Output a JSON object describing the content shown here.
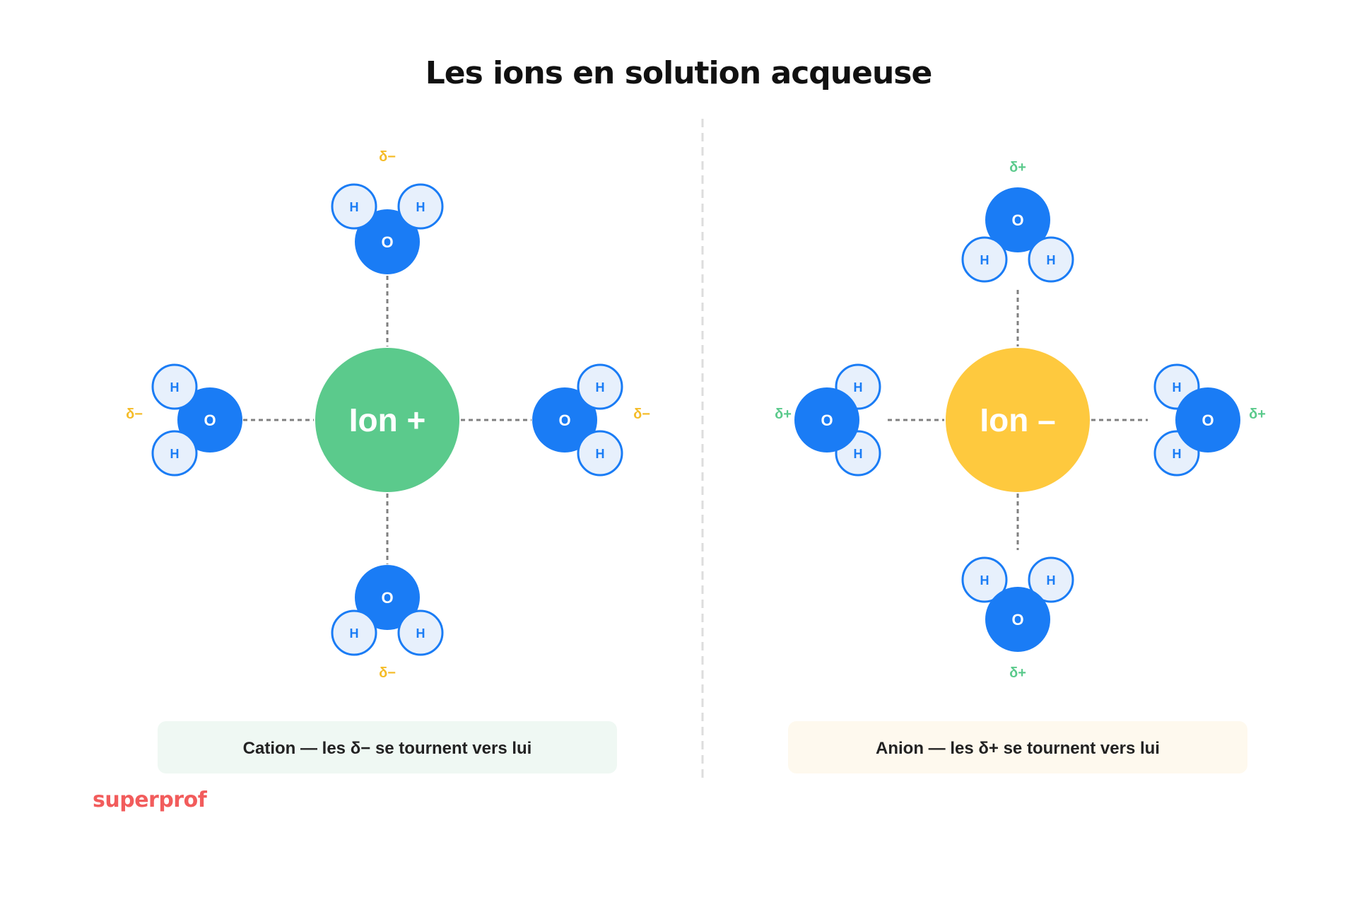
{
  "title": "Les ions en solution acqueuse",
  "colors": {
    "cation": "#5bca8c",
    "anion": "#fec93e",
    "oxygen": "#1a7cf5",
    "hydrogen_fill": "#e7f0fc",
    "hydrogen_stroke": "#1a7cf5",
    "delta_minus": "#f5bc28",
    "delta_plus": "#5bca8c",
    "cation_caption_bg": "#eff8f3",
    "anion_caption_bg": "#fef9ee",
    "logo": "#f25c5c"
  },
  "cation": {
    "ion_label": "Ion +",
    "caption": "Cation — les δ− se tournent vers lui",
    "partial_charge": "δ−",
    "oxygen_label": "O",
    "hydrogen_label": "H"
  },
  "anion": {
    "ion_label": "Ion –",
    "caption": "Anion — les δ+ se tournent vers lui",
    "partial_charge": "δ+",
    "oxygen_label": "O",
    "hydrogen_label": "H"
  },
  "brand": {
    "logo": "superprof"
  }
}
